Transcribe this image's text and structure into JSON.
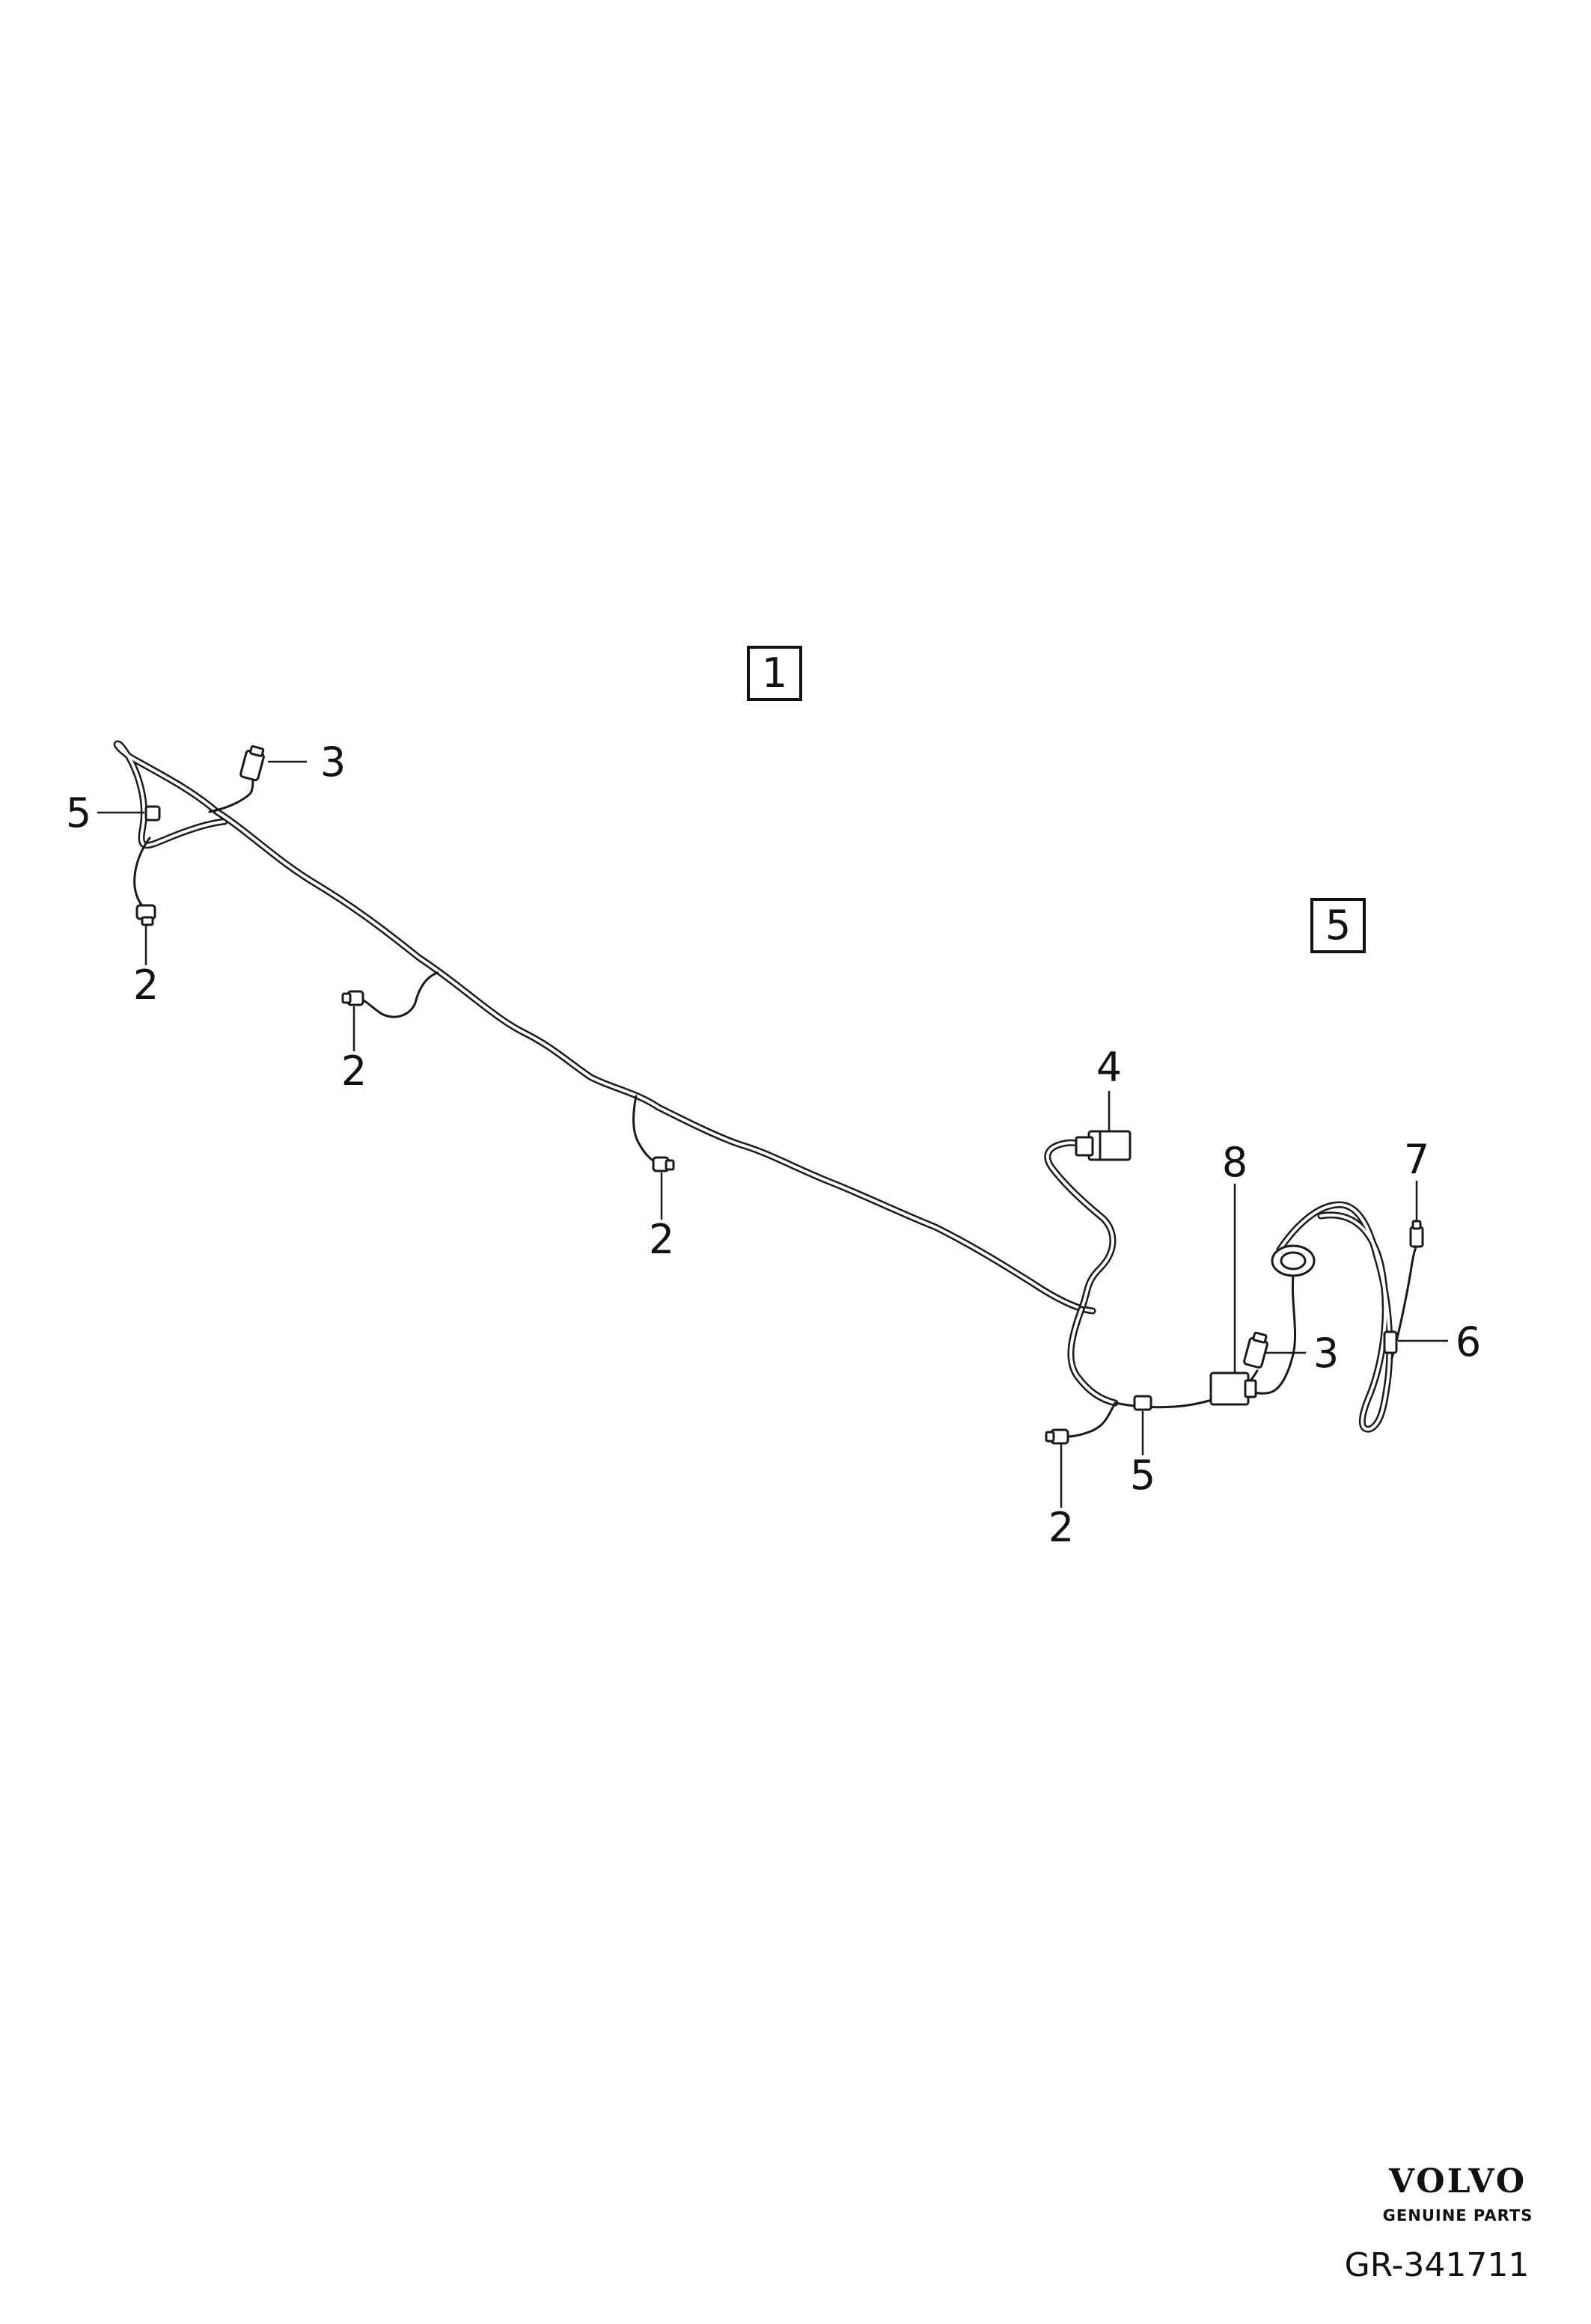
{
  "diagram": {
    "assembly_labels": {
      "main_harness": "1",
      "sub_harness": "5"
    },
    "callouts": {
      "sensor_left_outer": "2",
      "sensor_left_inner": "2",
      "sensor_center": "2",
      "sensor_right": "2",
      "connector_left": "3",
      "connector_right": "3",
      "main_connector": "4",
      "clip_left": "5",
      "clip_right": "5",
      "clip_sub": "6",
      "connector_sub": "7",
      "grommet": "8"
    }
  },
  "footer": {
    "brand": "VOLVO",
    "brand_sub": "GENUINE PARTS",
    "figure_id": "GR-341711"
  }
}
